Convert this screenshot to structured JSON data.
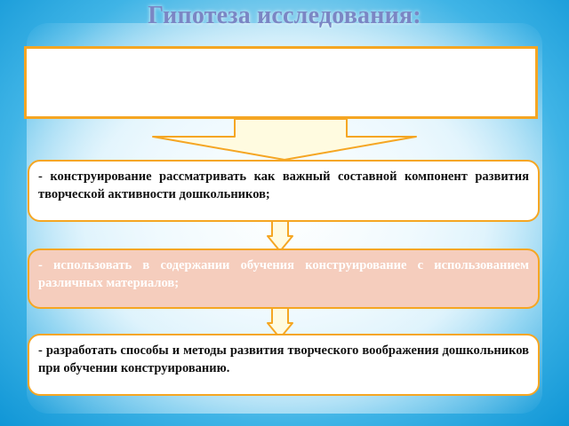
{
  "slide": {
    "title": "Гипотеза исследования:",
    "top_box_text": "",
    "items": [
      {
        "text": "- конструирование рассматривать как важный составной компонент развития творческой активности дошкольников;"
      },
      {
        "text": "- использовать в содержании обучения  конструирование с использованием различных материалов;"
      },
      {
        "text": "- разработать способы и методы развития творческого воображения дошкольников при обучении конструированию."
      }
    ]
  },
  "colors": {
    "accent_border": "#f5a623",
    "arrow_fill": "#fffbe0",
    "title": "#7b86c4",
    "item2_fill": "#f5cdbd"
  },
  "icons": [
    "down-arrow-icon"
  ]
}
